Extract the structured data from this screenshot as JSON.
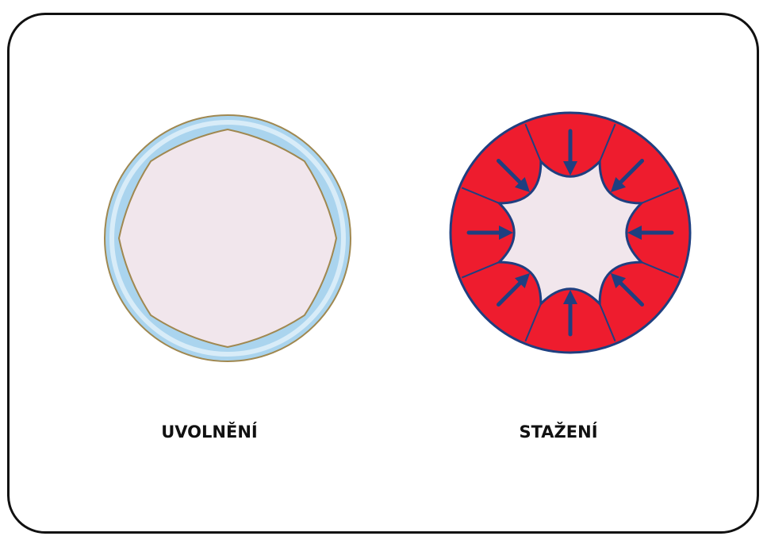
{
  "labels": {
    "relaxed": "UVOLNĚNÍ",
    "contracted": "STAŽENÍ"
  },
  "colors": {
    "frame_border": "#111111",
    "relaxed_wall": "#aad4ee",
    "relaxed_outline": "#a08850",
    "lumen": "#f1e6ec",
    "contracted_wall": "#ee1c2e",
    "contracted_outline": "#1f3f80",
    "arrow": "#1f3f80"
  },
  "icons": {
    "relaxed": "relaxed-vessel-cross-section",
    "contracted": "contracted-vessel-cross-section"
  }
}
